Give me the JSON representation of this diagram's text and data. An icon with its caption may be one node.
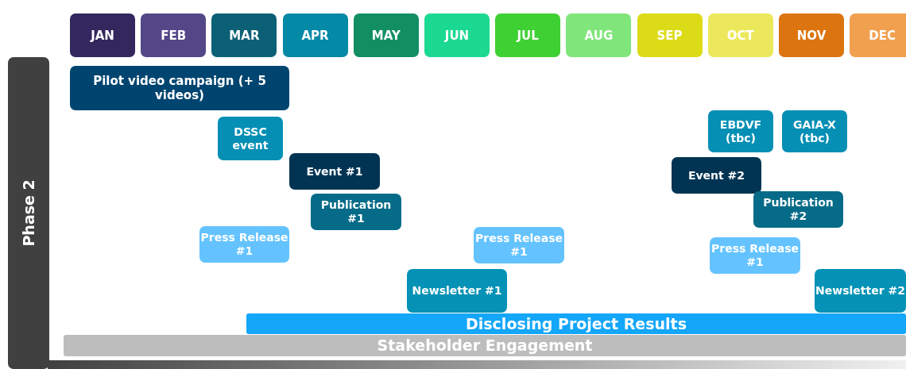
{
  "diagram": {
    "nodes": [
      {
        "text": [
          "JAN"
        ]
      },
      {
        "text": [
          "FEB"
        ]
      },
      {
        "text": [
          "MAR"
        ]
      },
      {
        "text": [
          "APR"
        ]
      },
      {
        "text": [
          "MAY"
        ]
      },
      {
        "text": [
          "JUN"
        ]
      },
      {
        "text": [
          "JUL"
        ]
      },
      {
        "text": [
          "AUG"
        ]
      },
      {
        "text": [
          "SEP"
        ]
      },
      {
        "text": [
          "OCT"
        ]
      },
      {
        "text": [
          "NOV"
        ]
      },
      {
        "text": [
          "DEC"
        ]
      },
      {
        "text": [
          "Phase 2"
        ]
      },
      {
        "text": [
          "Pilot video campaign (+ 5 videos)"
        ]
      },
      {
        "text": [
          "EBDVF (tbc)"
        ]
      },
      {
        "text": [
          "GAIA-X (tbc)"
        ]
      },
      {
        "text": [
          "DSSC event"
        ]
      },
      {
        "text": [
          "Event #1"
        ]
      },
      {
        "text": [
          "Event #2"
        ]
      },
      {
        "text": [
          "Publication #2"
        ]
      },
      {
        "text": [
          "Publication #1"
        ]
      },
      {
        "text": [
          "Press Release #1"
        ]
      },
      {
        "text": [
          "Press Release #1"
        ]
      },
      {
        "text": [
          "Press Release #1"
        ]
      },
      {
        "text": [
          "Newsletter #1"
        ]
      },
      {
        "text": [
          "Newsletter #2"
        ]
      },
      {
        "text": [
          "Disclosing Project Results"
        ]
      },
      {
        "text": [
          "Stakeholder Engagement"
        ]
      }
    ]
  }
}
